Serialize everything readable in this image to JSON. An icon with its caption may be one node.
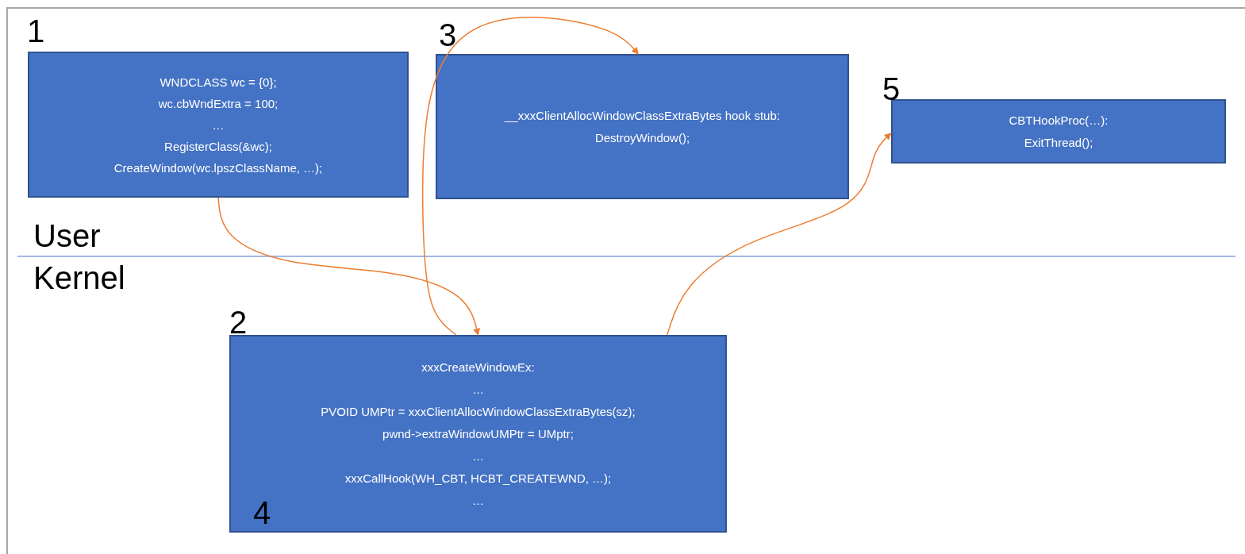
{
  "diagram": {
    "nodes": [
      {
        "text": [
          "1",
          "WNDCLASS wc = {0};",
          "wc.cbWndExtra = 100;",
          "…",
          "RegisterClass(&wc);",
          "CreateWindow(wc.lpszClassName, …);"
        ]
      },
      {
        "text": [
          "3",
          "__xxxClientAllocWindowClassExtraBytes hook stub:",
          "DestroyWindow();"
        ]
      },
      {
        "text": [
          "5",
          "CBTHookProc(…):",
          "ExitThread();"
        ]
      },
      {
        "text": [
          "2",
          "xxxCreateWindowEx:",
          "…",
          "PVOID UMPtr = xxxClientAllocWindowClassExtraBytes(sz);",
          "pwnd->extraWindowUMPtr = UMptr;",
          "…",
          "xxxCallHook(WH_CBT, HCBT_CREATEWND, …);",
          "…",
          "4"
        ]
      }
    ],
    "edges": [
      {
        "from": 0,
        "to": 3,
        "arrow": "to"
      },
      {
        "from": 3,
        "to": 1,
        "arrow": "to"
      },
      {
        "from": 3,
        "to": 2,
        "arrow": "to"
      }
    ],
    "labels": [
      "User",
      "Kernel"
    ]
  }
}
